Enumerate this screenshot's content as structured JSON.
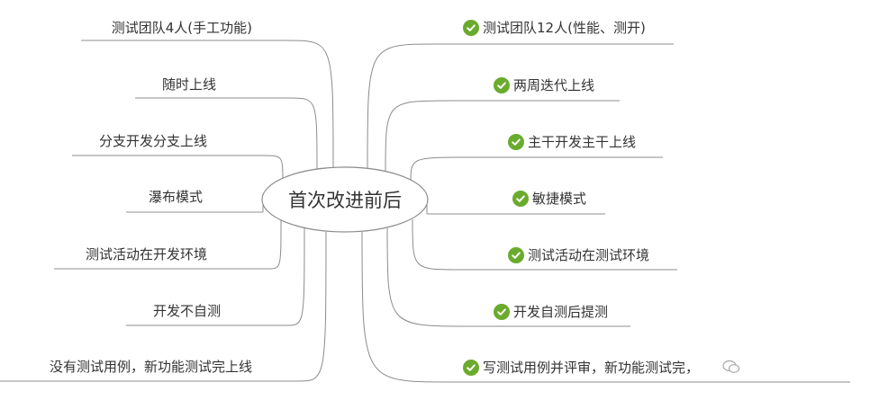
{
  "diagram": {
    "central_topic": "首次改进前后",
    "line_color": "#8c8c8c",
    "check_color": "#6aab2e",
    "left_branches": [
      {
        "label": "测试团队4人(手工功能)"
      },
      {
        "label": "随时上线"
      },
      {
        "label": "分支开发分支上线"
      },
      {
        "label": "瀑布模式"
      },
      {
        "label": "测试活动在开发环境"
      },
      {
        "label": "开发不自测"
      },
      {
        "label": "没有测试用例，新功能测试完上线"
      }
    ],
    "right_branches": [
      {
        "label": "测试团队12人(性能、测开)",
        "checked": true,
        "icon": "check-circle-icon"
      },
      {
        "label": "两周迭代上线",
        "checked": true,
        "icon": "check-circle-icon"
      },
      {
        "label": "主干开发主干上线",
        "checked": true,
        "icon": "check-circle-icon"
      },
      {
        "label": "敏捷模式",
        "checked": true,
        "icon": "check-circle-icon"
      },
      {
        "label": "测试活动在测试环境",
        "checked": true,
        "icon": "check-circle-icon"
      },
      {
        "label": "开发自测后提测",
        "checked": true,
        "icon": "check-circle-icon"
      },
      {
        "label": "写测试用例并评审，新功能测试完，",
        "checked": true,
        "icon": "check-circle-icon"
      }
    ]
  }
}
